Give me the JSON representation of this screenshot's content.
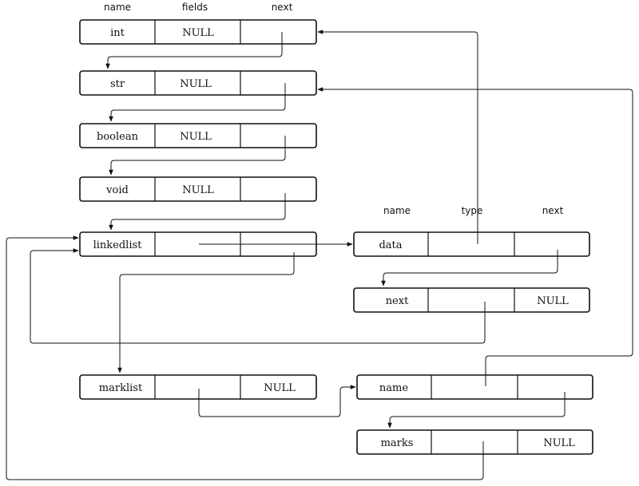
{
  "headers": {
    "left": [
      "name",
      "fields",
      "next"
    ],
    "right": [
      "name",
      "type",
      "next"
    ]
  },
  "records": {
    "int": [
      "int",
      "NULL",
      ""
    ],
    "str": [
      "str",
      "NULL",
      ""
    ],
    "boolean": [
      "boolean",
      "NULL",
      ""
    ],
    "void": [
      "void",
      "NULL",
      ""
    ],
    "linkedlist": [
      "linkedlist",
      "",
      ""
    ],
    "marklist": [
      "marklist",
      "",
      "NULL"
    ],
    "data": [
      "data",
      "",
      ""
    ],
    "next": [
      "next",
      "",
      "NULL"
    ],
    "name": [
      "name",
      "",
      ""
    ],
    "marks": [
      "marks",
      "",
      "NULL"
    ]
  }
}
